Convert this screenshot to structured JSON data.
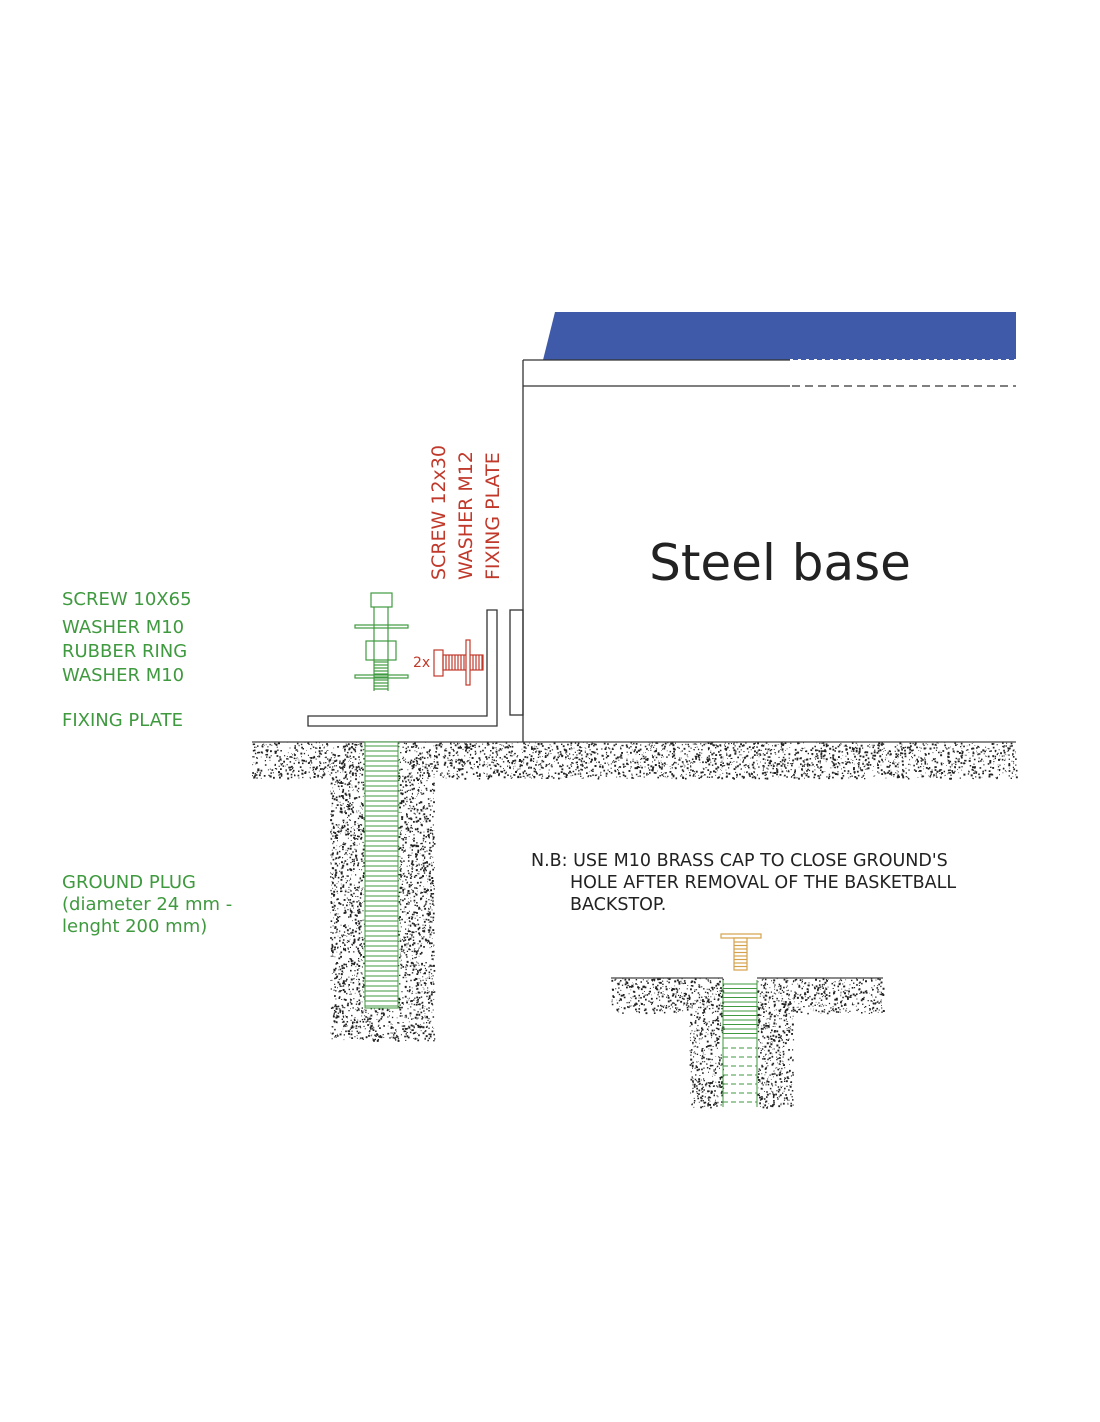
{
  "title": "Steel base",
  "red_labels": [
    "SCREW 12x30",
    "WASHER M12",
    "FIXING PLATE"
  ],
  "red_quantity": "2x",
  "green_labels": [
    "SCREW 10X65",
    "WASHER M10",
    "RUBBER RING",
    "WASHER M10",
    "FIXING PLATE"
  ],
  "ground_plug": [
    "GROUND PLUG",
    "(diameter 24 mm -",
    "lenght 200 mm)"
  ],
  "note": [
    "N.B: USE M10 BRASS CAP TO CLOSE GROUND'S",
    "HOLE AFTER REMOVAL OF THE BASKETBALL",
    "BACKSTOP."
  ],
  "colors": {
    "blue": "#3e5aa8",
    "green": "#3f9a3f",
    "red": "#c0392b",
    "brass": "#d4a24c",
    "line": "#333333"
  }
}
